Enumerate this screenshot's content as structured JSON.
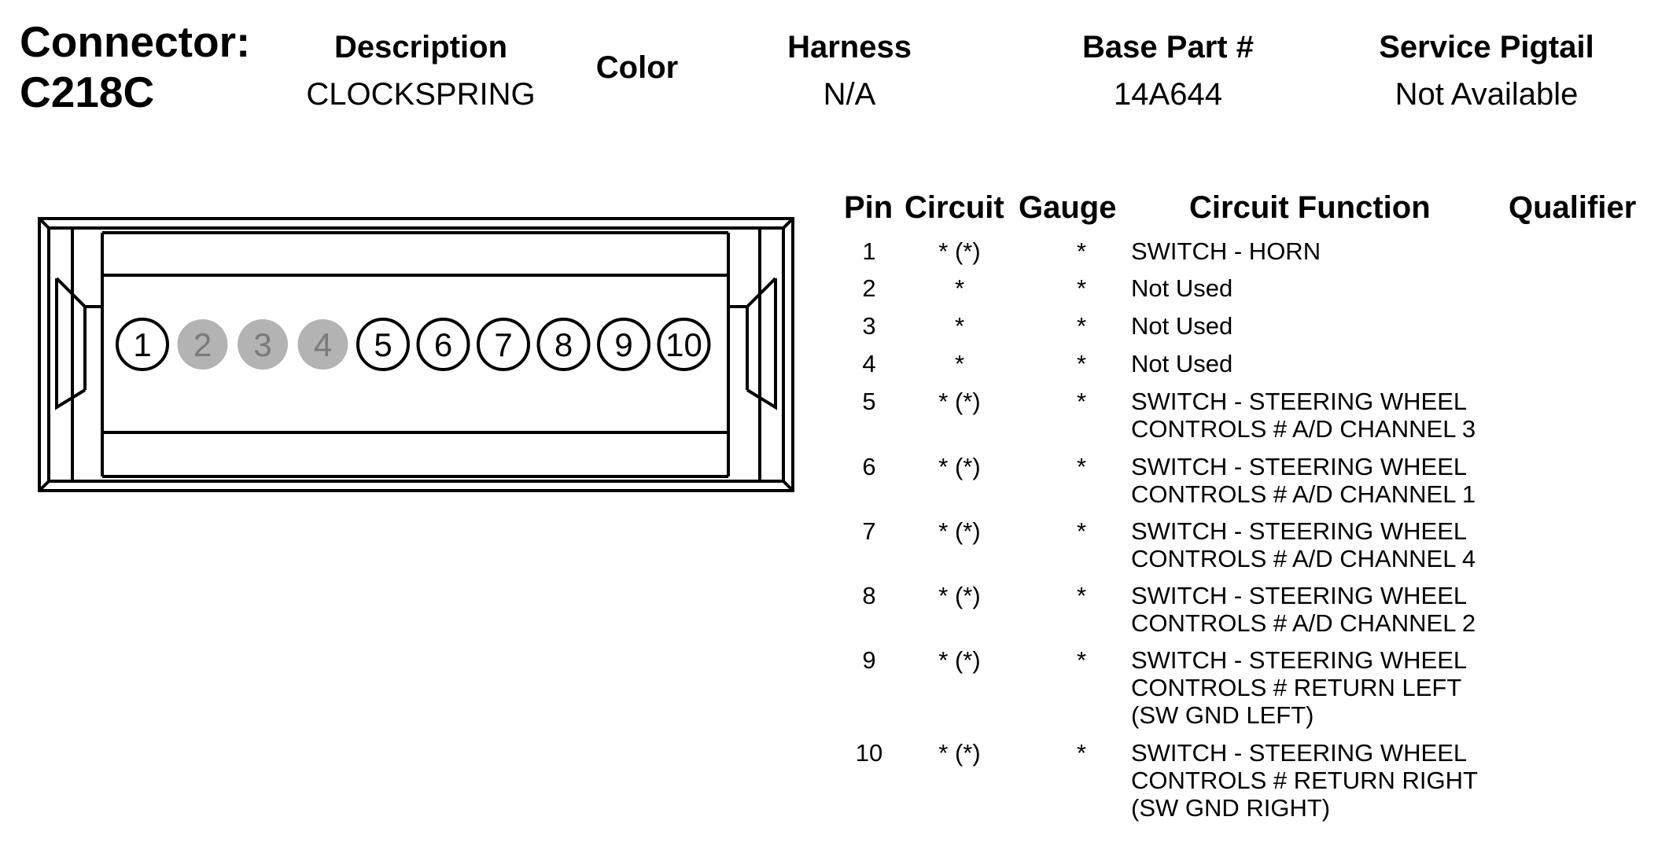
{
  "header": {
    "connector_label": "Connector:",
    "connector_id": "C218C",
    "description_label": "Description",
    "description_value": "CLOCKSPRING",
    "color_label": "Color",
    "harness_label": "Harness",
    "harness_value": "N/A",
    "base_part_label": "Base Part #",
    "base_part_value": "14A644",
    "service_pigtail_label": "Service Pigtail",
    "service_pigtail_value": "Not Available"
  },
  "connector": {
    "pins": [
      {
        "number": "1",
        "used": true
      },
      {
        "number": "2",
        "used": false
      },
      {
        "number": "3",
        "used": false
      },
      {
        "number": "4",
        "used": false
      },
      {
        "number": "5",
        "used": true
      },
      {
        "number": "6",
        "used": true
      },
      {
        "number": "7",
        "used": true
      },
      {
        "number": "8",
        "used": true
      },
      {
        "number": "9",
        "used": true
      },
      {
        "number": "10",
        "used": true
      }
    ],
    "unused_fill": "#b3b3b3",
    "unused_text": "#7a7a7a",
    "used_fill": "#ffffff"
  },
  "table": {
    "headers": {
      "pin": "Pin",
      "circuit": "Circuit",
      "gauge": "Gauge",
      "function": "Circuit Function",
      "qualifier": "Qualifier"
    },
    "rows": [
      {
        "pin": "1",
        "circuit": "* (*)",
        "gauge": "*",
        "function": "SWITCH - HORN"
      },
      {
        "pin": "2",
        "circuit": "*",
        "gauge": "*",
        "function": "Not Used"
      },
      {
        "pin": "3",
        "circuit": "*",
        "gauge": "*",
        "function": "Not Used"
      },
      {
        "pin": "4",
        "circuit": "*",
        "gauge": "*",
        "function": "Not Used"
      },
      {
        "pin": "5",
        "circuit": "* (*)",
        "gauge": "*",
        "function": "SWITCH - STEERING WHEEL\nCONTROLS # A/D CHANNEL 3"
      },
      {
        "pin": "6",
        "circuit": "* (*)",
        "gauge": "*",
        "function": "SWITCH - STEERING WHEEL\nCONTROLS # A/D CHANNEL 1"
      },
      {
        "pin": "7",
        "circuit": "* (*)",
        "gauge": "*",
        "function": "SWITCH - STEERING WHEEL\nCONTROLS # A/D CHANNEL 4"
      },
      {
        "pin": "8",
        "circuit": "* (*)",
        "gauge": "*",
        "function": "SWITCH - STEERING WHEEL\nCONTROLS # A/D CHANNEL 2"
      },
      {
        "pin": "9",
        "circuit": "* (*)",
        "gauge": "*",
        "function": "SWITCH - STEERING WHEEL\nCONTROLS # RETURN LEFT\n(SW GND LEFT)"
      },
      {
        "pin": "10",
        "circuit": "* (*)",
        "gauge": "*",
        "function": "SWITCH - STEERING WHEEL\nCONTROLS # RETURN RIGHT\n(SW GND RIGHT)"
      }
    ]
  }
}
